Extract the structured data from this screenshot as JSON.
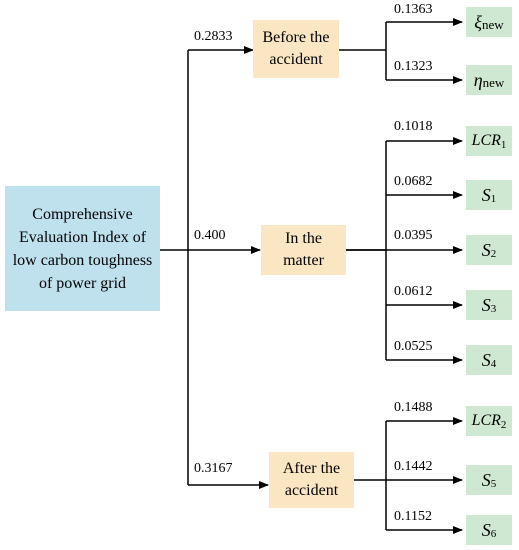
{
  "root": {
    "lines": [
      "Comprehensive",
      "Evaluation Index of",
      "low carbon toughness",
      "of power grid"
    ]
  },
  "phases": [
    {
      "lines": [
        "Before the",
        "accident"
      ],
      "weight": "0.2833"
    },
    {
      "lines": [
        "In the",
        "matter"
      ],
      "weight": "0.400"
    },
    {
      "lines": [
        "After the",
        "accident"
      ],
      "weight": "0.3167"
    }
  ],
  "leaves": [
    {
      "symbol": "ξ",
      "sub": "new",
      "weight": "0.1363"
    },
    {
      "symbol": "η",
      "sub": "new",
      "weight": "0.1323"
    },
    {
      "symbol": "LCR",
      "sub": "1",
      "weight": "0.1018"
    },
    {
      "symbol": "S",
      "sub": "1",
      "weight": "0.0682"
    },
    {
      "symbol": "S",
      "sub": "2",
      "weight": "0.0395"
    },
    {
      "symbol": "S",
      "sub": "3",
      "weight": "0.0612"
    },
    {
      "symbol": "S",
      "sub": "4",
      "weight": "0.0525"
    },
    {
      "symbol": "LCR",
      "sub": "2",
      "weight": "0.1488"
    },
    {
      "symbol": "S",
      "sub": "5",
      "weight": "0.1442"
    },
    {
      "symbol": "S",
      "sub": "6",
      "weight": "0.1152"
    }
  ]
}
